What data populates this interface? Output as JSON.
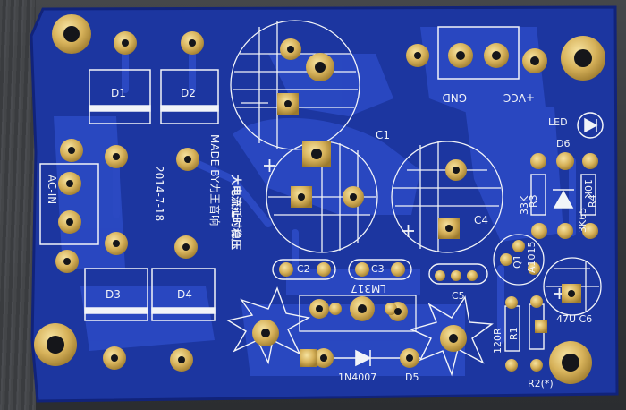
{
  "photo": {
    "subject": "pcb-power-supply-board",
    "colors": {
      "board": "#1f3aa8",
      "board_dark": "#122580",
      "copper_trace": "#2d4cc8",
      "silkscreen": "#f2f4f8",
      "pad_gold": "#d7b25a",
      "pad_gold_light": "#f3dc93",
      "hole": "#15161a",
      "background": "#3b3d40"
    }
  },
  "labels": {
    "d1": "D1",
    "d2": "D2",
    "d3": "D3",
    "d4": "D4",
    "d5": "D5",
    "d6": "D6",
    "c1": "C1",
    "c2": "C2",
    "c3": "C3",
    "c4": "C4",
    "c5": "C5",
    "c6": "47U C6",
    "r1": "R1",
    "r2": "R2(*)",
    "r3": "R3",
    "r4": "R4",
    "q1": "Q1",
    "ac_in": "AC-IN",
    "made_by": "MADE BY力王音响",
    "date": "2014-7-18",
    "chinese_title": "大电流延时稳压",
    "lm317": "LM317",
    "diode_part": "1N4007",
    "gnd": "GND",
    "vcc": "+VCC",
    "led": "LED",
    "r3_value": "33K",
    "r4_value": "10K",
    "q1_part": "A1015",
    "d6_part": "3K6",
    "r1_value": "120R",
    "dr_transistor": "3K65"
  }
}
